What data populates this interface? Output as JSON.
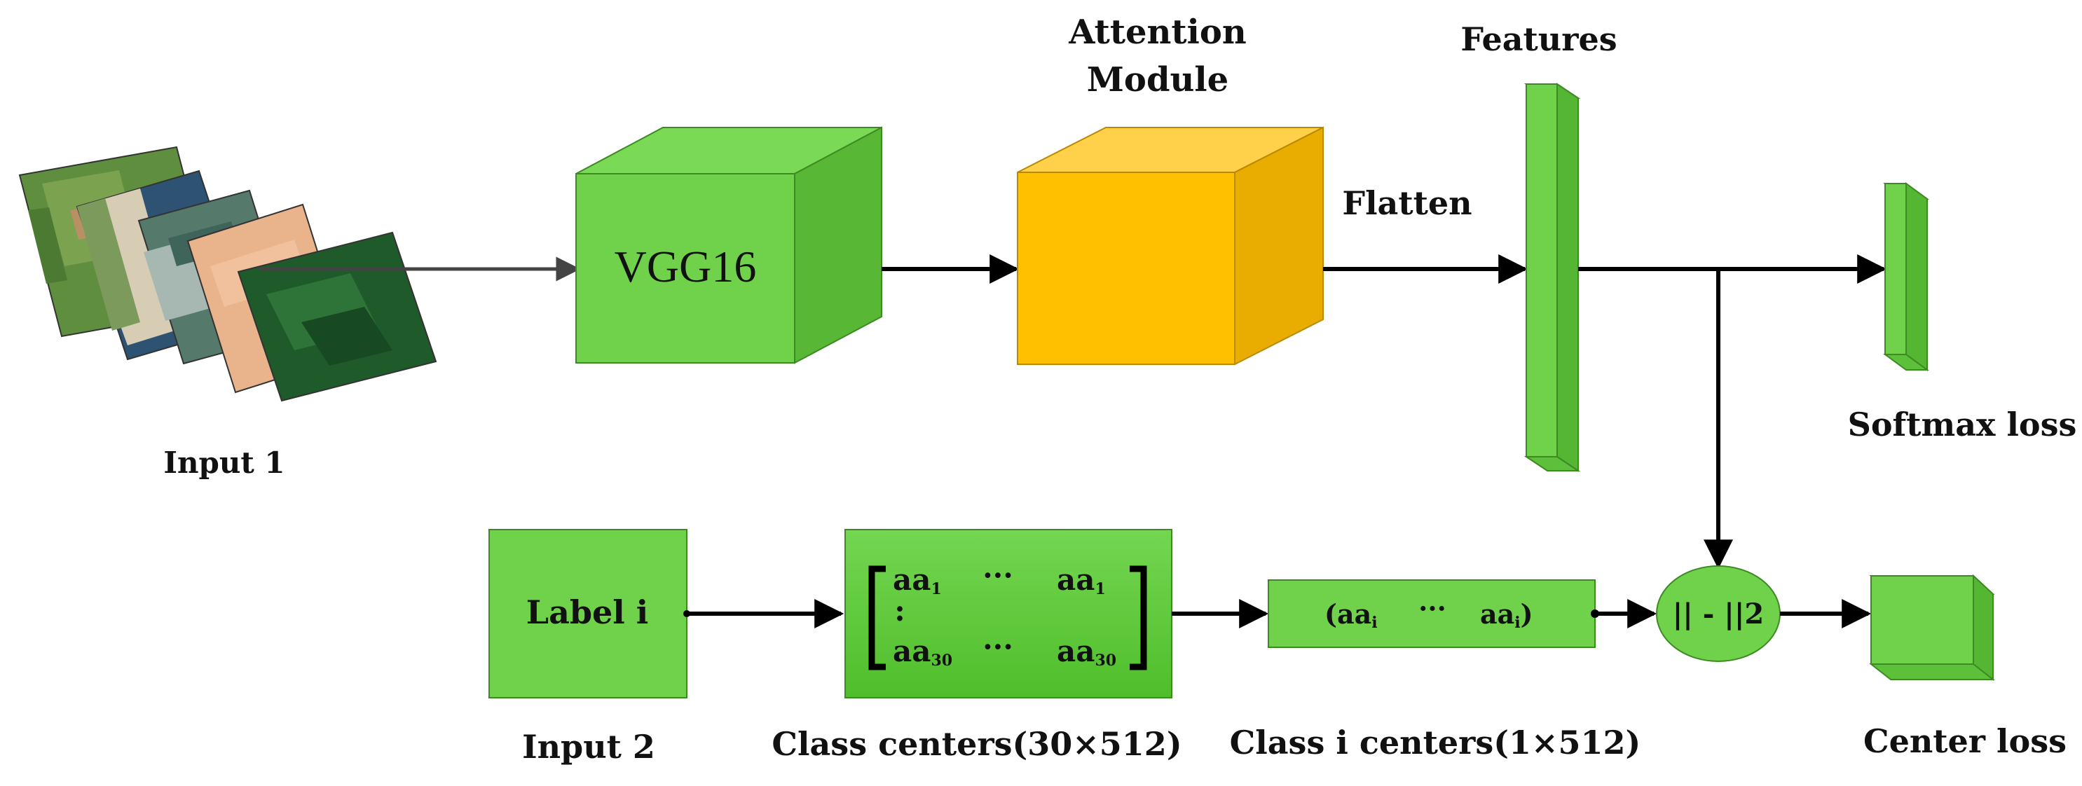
{
  "input1": {
    "label": "Input 1"
  },
  "input2": {
    "label": "Input 2"
  },
  "vgg": {
    "label": "VGG16"
  },
  "attention": {
    "line1": "Attention",
    "line2": "Module"
  },
  "features": {
    "label": "Features"
  },
  "flatten": {
    "label": "Flatten"
  },
  "softmax": {
    "label": "Softmax loss"
  },
  "label_box": {
    "text": "Label i"
  },
  "matrix": {
    "top_left": "aa",
    "top_left_sub": "1",
    "top_dots": "···",
    "top_right": "aa",
    "top_right_sub": "1",
    "mid_dots": ":",
    "bot_left": "aa",
    "bot_left_sub": "30",
    "bot_dots": "···",
    "bot_right": "aa",
    "bot_right_sub": "30"
  },
  "class_centers": {
    "label": "Class centers(30×512)"
  },
  "class_i": {
    "open": "(aa",
    "left_sub": "i",
    "dots": "···",
    "right": "aa",
    "right_sub": "i",
    "close": ")"
  },
  "class_i_centers": {
    "label": "Class i  centers(1×512)"
  },
  "norm": {
    "label": "|| - ||2"
  },
  "center_loss": {
    "label": "Center loss"
  },
  "colors": {
    "green": "#6fd24a",
    "green_dark": "#4fae2e",
    "green_side": "#5cc03b",
    "orange": "#ffc000",
    "orange_dark": "#d9a300"
  }
}
